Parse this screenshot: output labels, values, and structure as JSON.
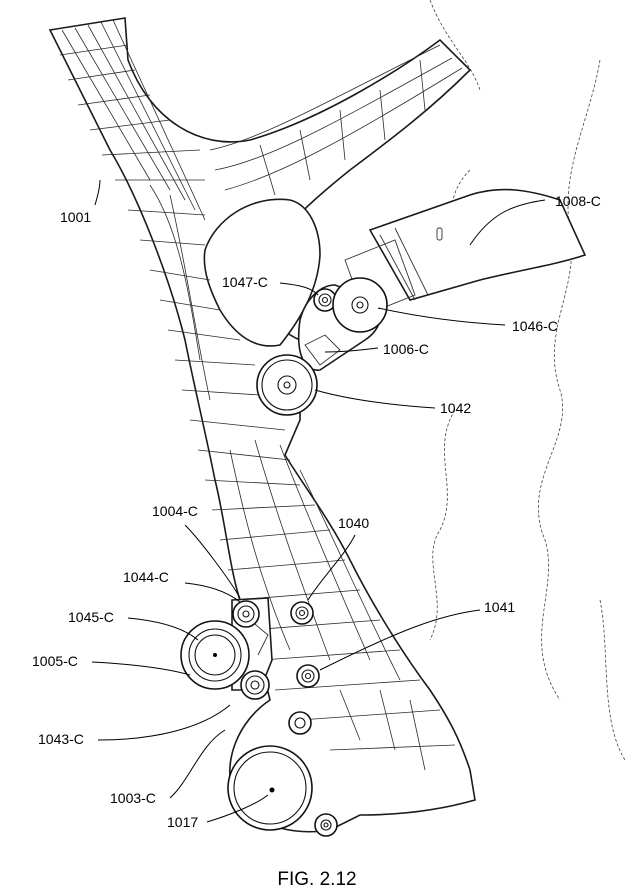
{
  "labels": {
    "l1001": "1001",
    "l1008c": "1008-C",
    "l1047c": "1047-C",
    "l1046c": "1046-C",
    "l1006c": "1006-C",
    "l1042": "1042",
    "l1004c": "1004-C",
    "l1040": "1040",
    "l1044c": "1044-C",
    "l1045c": "1045-C",
    "l1041": "1041",
    "l1005c": "1005-C",
    "l1043c": "1043-C",
    "l1003c": "1003-C",
    "l1017": "1017"
  },
  "caption": "FIG. 2.12"
}
